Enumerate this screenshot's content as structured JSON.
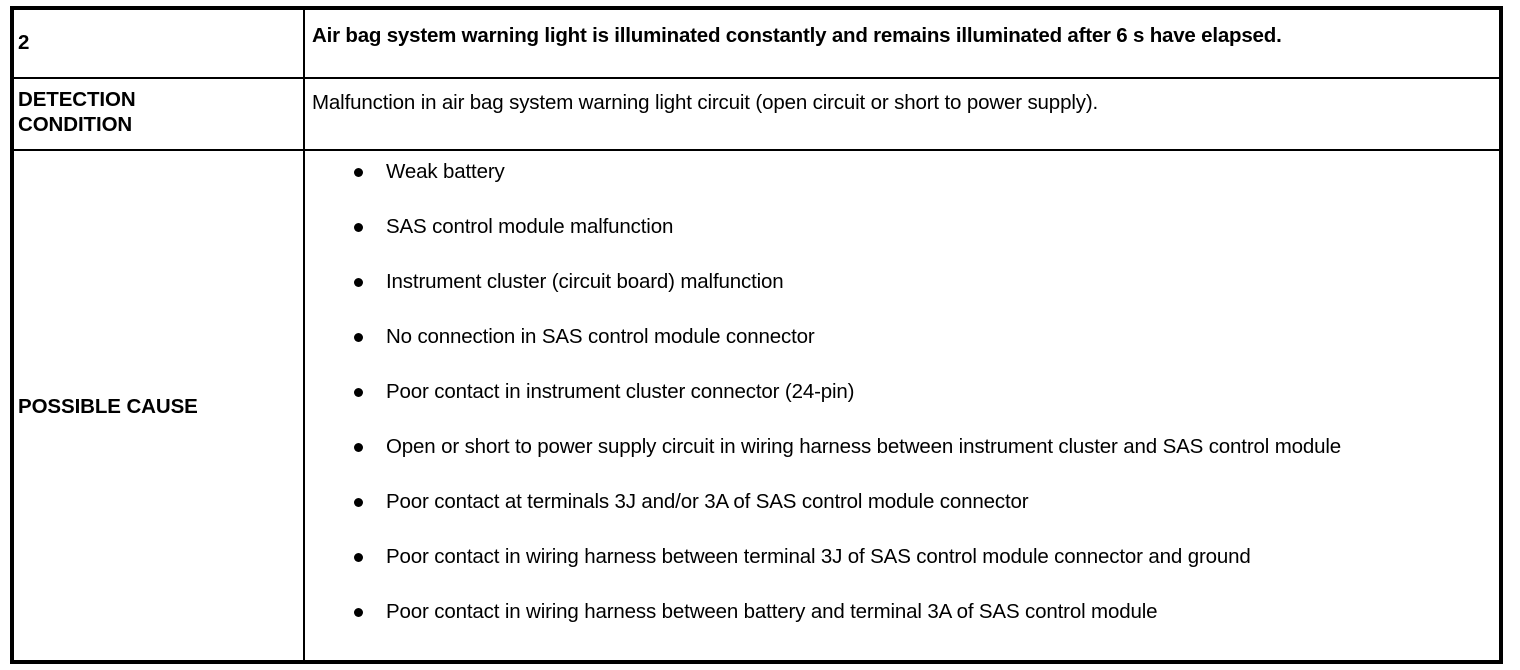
{
  "document": {
    "type": "dtc-diagnostic-table",
    "colors": {
      "border": "#000000",
      "text": "#000000",
      "background": "#ffffff"
    }
  },
  "table": {
    "rows": [
      {
        "id": "dtc-number",
        "label": "2",
        "value": "Air bag system warning light is illuminated constantly and remains illuminated after 6 s have elapsed."
      },
      {
        "id": "detection-condition",
        "label": "DETECTION CONDITION",
        "label_line1": "DETECTION",
        "label_line2": "CONDITION",
        "value": "Malfunction in air bag system warning light circuit (open circuit or short to power supply)."
      },
      {
        "id": "possible-cause",
        "label": "POSSIBLE CAUSE",
        "bullets": [
          "Weak battery",
          "SAS control module malfunction",
          "Instrument cluster (circuit board) malfunction",
          "No connection in SAS control module connector",
          "Poor contact in instrument cluster connector (24-pin)",
          "Open or short to power supply circuit in wiring harness between instrument cluster and SAS control module",
          "Poor contact at terminals 3J and/or 3A of SAS control module connector",
          "Poor contact in wiring harness between terminal 3J of SAS control module connector and ground",
          "Poor contact in wiring harness between battery and terminal 3A of SAS control module"
        ]
      }
    ]
  }
}
